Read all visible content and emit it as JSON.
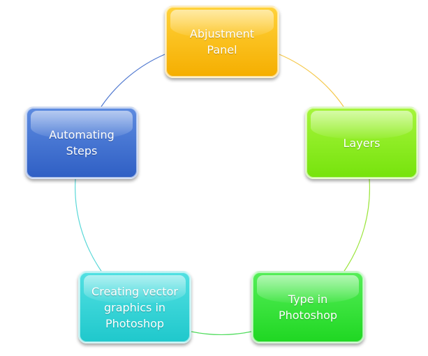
{
  "diagram": {
    "type": "cycle",
    "nodes": [
      {
        "id": "n1",
        "label": "Abjustment\nPanel",
        "color": "#f5b400"
      },
      {
        "id": "n2",
        "label": "Layers",
        "color": "#7fe619"
      },
      {
        "id": "n3",
        "label": "Type in\nPhotoshop",
        "color": "#2bdb2e"
      },
      {
        "id": "n4",
        "label": "Creating vector\ngraphics in\nPhotoshop",
        "color": "#2fd0d2"
      },
      {
        "id": "n5",
        "label": "Automating\nSteps",
        "color": "#3a69cc"
      }
    ]
  }
}
